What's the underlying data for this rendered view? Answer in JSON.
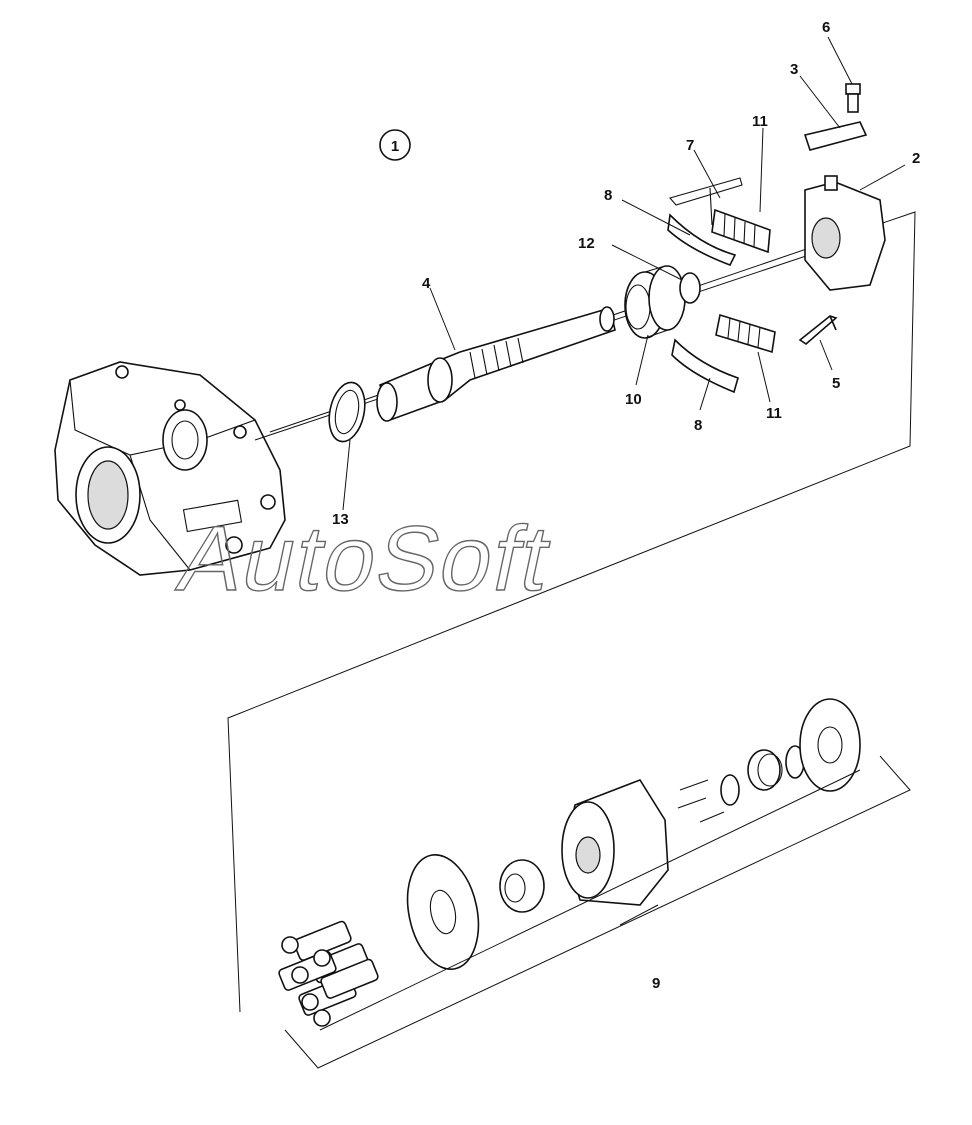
{
  "diagram": {
    "view_marker": "1",
    "watermark": "AutoSoft",
    "labels": {
      "p2": "2",
      "p3": "3",
      "p4": "4",
      "p5": "5",
      "p6": "6",
      "p7": "7",
      "p8a": "8",
      "p8b": "8",
      "p9": "9",
      "p10": "10",
      "p11a": "11",
      "p11b": "11",
      "p12": "12",
      "p13": "13"
    }
  }
}
